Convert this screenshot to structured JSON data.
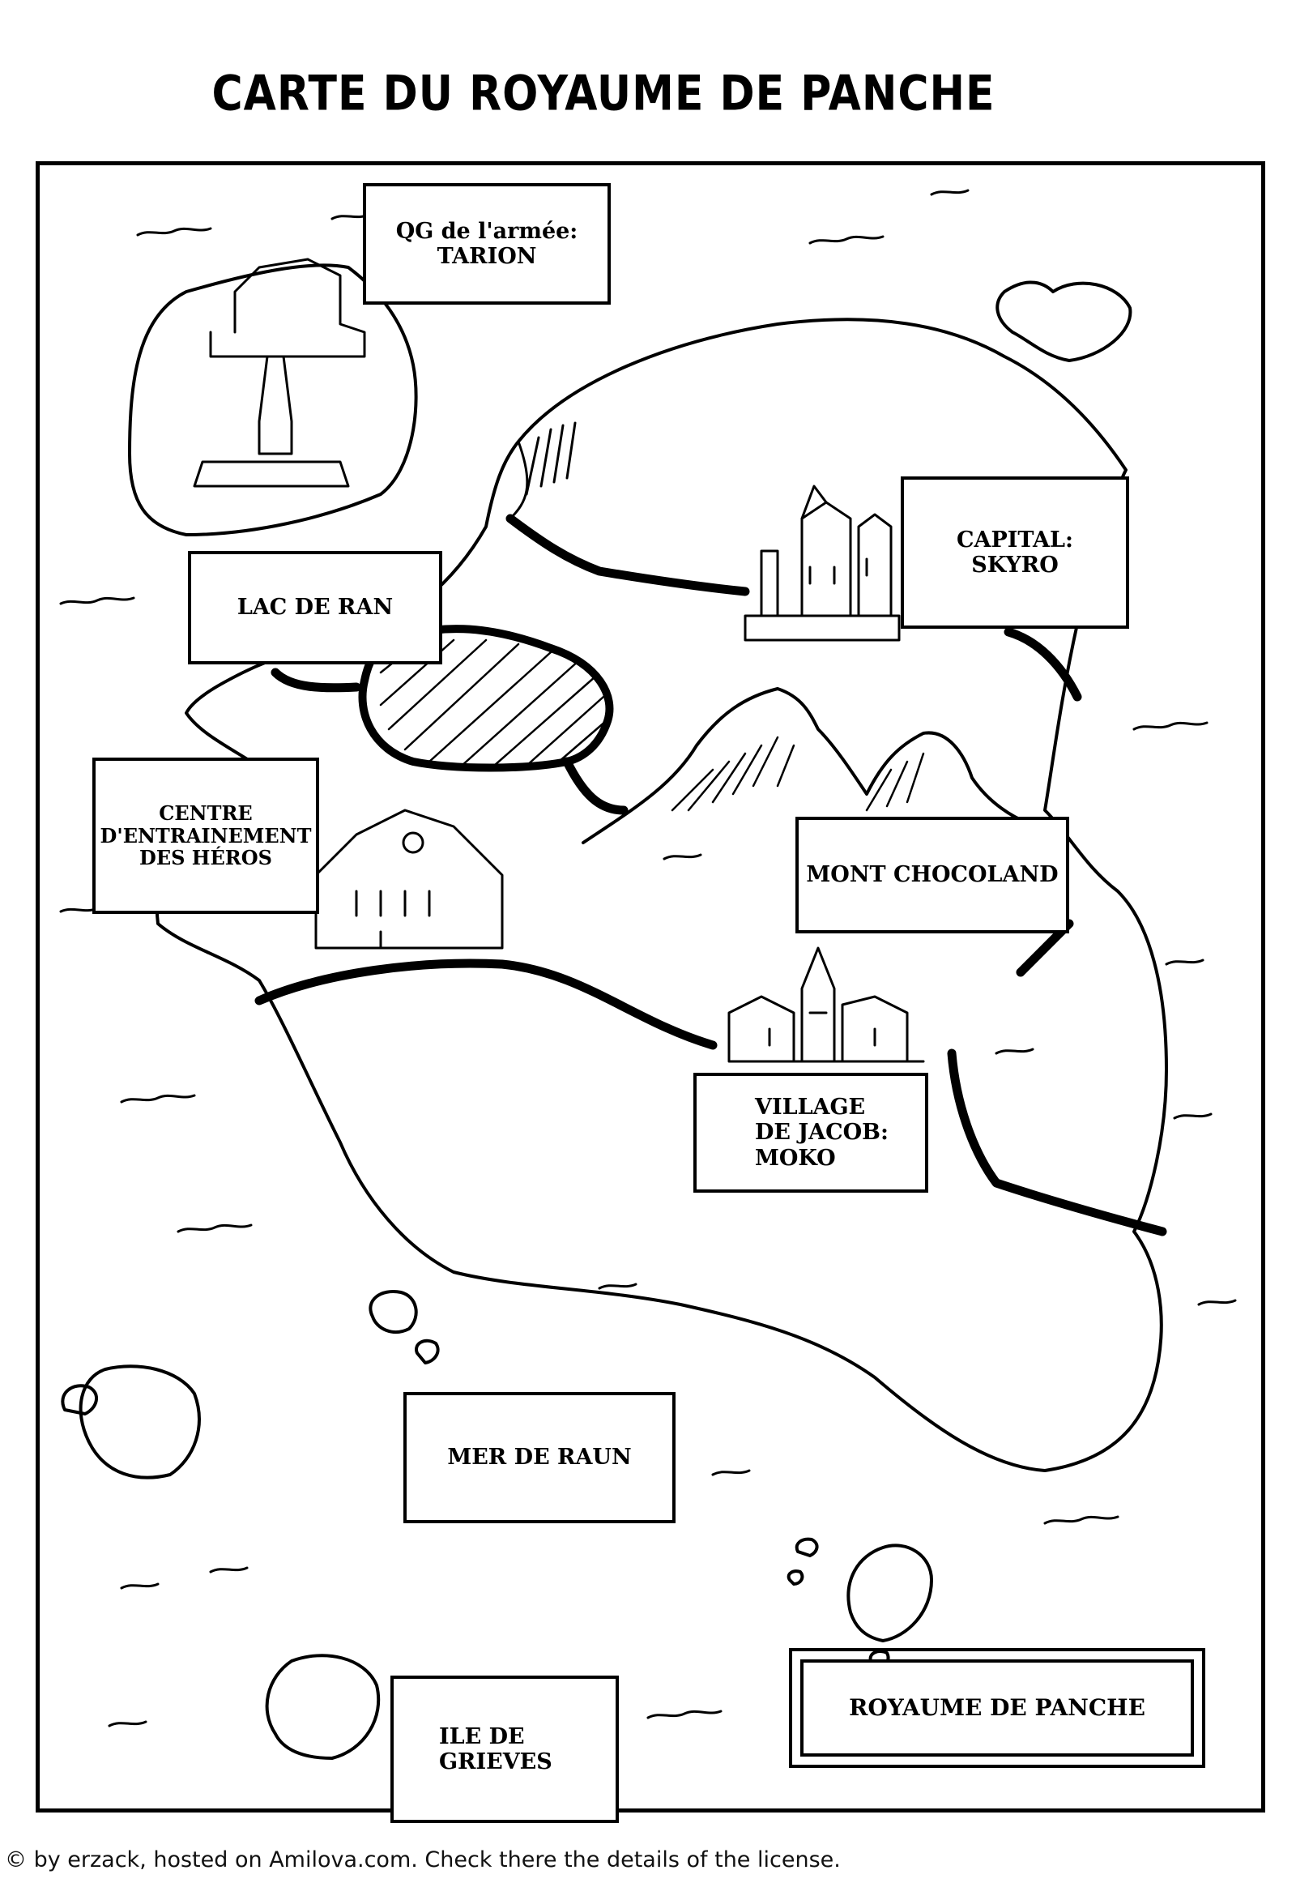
{
  "map": {
    "title": "CARTE DU ROYAUME DE PANCHE",
    "legend_box": "ROYAUME DE PANCHE",
    "places": {
      "hq_line1": "QG de l'armée:",
      "hq_line2": "TARION",
      "capital_line1": "CAPITAL:",
      "capital_line2": "SKYRO",
      "lake": "LAC DE RAN",
      "training_line1": "CENTRE",
      "training_line2": "D'ENTRAINEMENT",
      "training_line3": "DES HÉROS",
      "mountain": "MONT CHOCOLAND",
      "village_line1": "VILLAGE",
      "village_line2": "DE JACOB:",
      "village_line3": "MOKO",
      "sea": "MER DE RAUN",
      "island_line1": "ILE DE",
      "island_line2": "GRIEVES"
    },
    "credit": "© by erzack, hosted on Amilova.com. Check there the details of the license."
  }
}
